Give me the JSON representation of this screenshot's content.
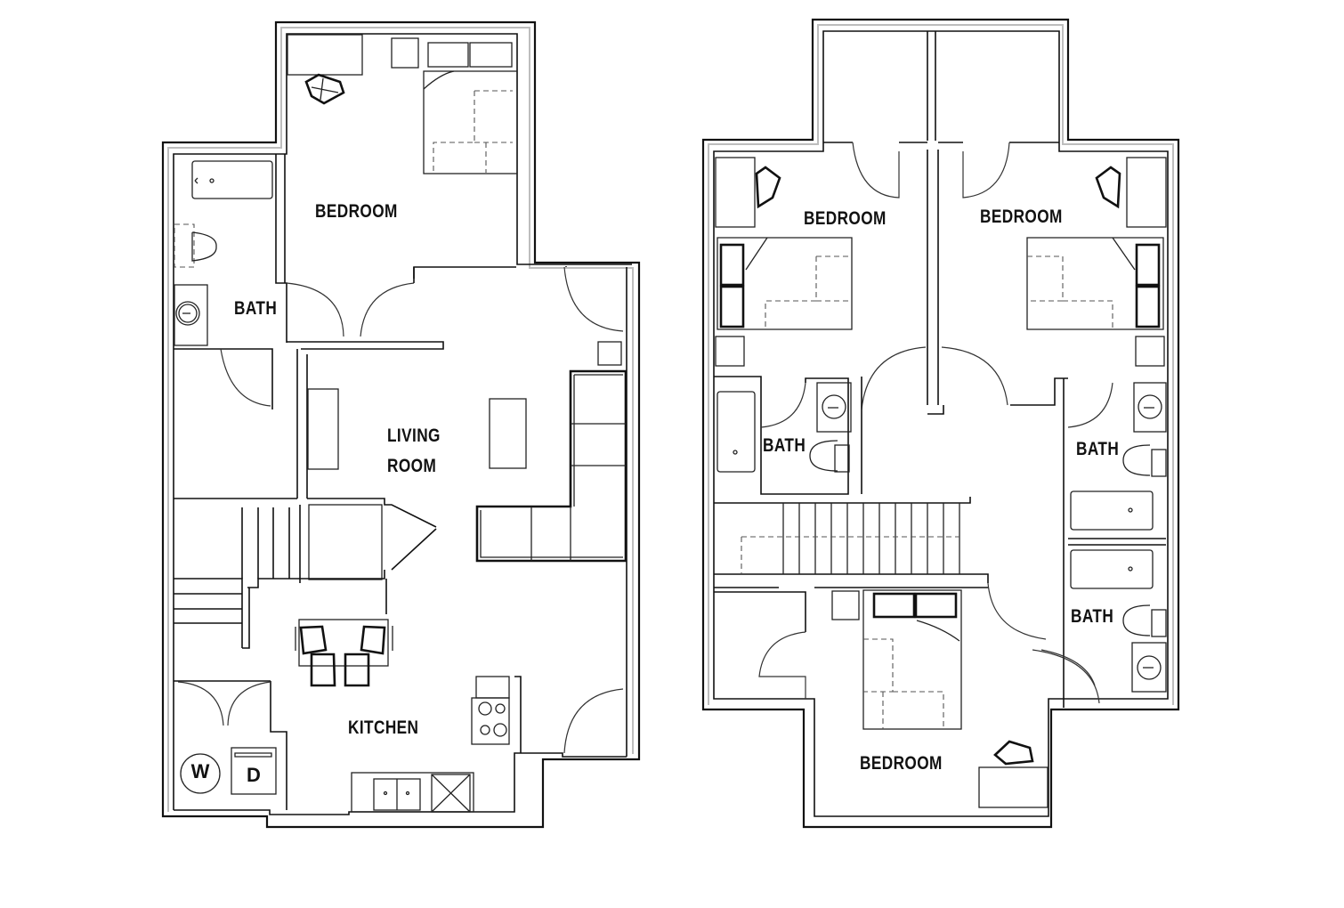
{
  "floor_plan": {
    "lower_level": {
      "rooms": [
        {
          "id": "bedroom",
          "label": "BEDROOM"
        },
        {
          "id": "bath",
          "label": "BATH"
        },
        {
          "id": "living",
          "label": "LIVING\nROOM",
          "line1": "LIVING",
          "line2": "ROOM"
        },
        {
          "id": "kitchen",
          "label": "KITCHEN"
        }
      ],
      "fixtures": {
        "washer": "W",
        "dryer": "D"
      }
    },
    "upper_level": {
      "rooms": [
        {
          "id": "bedroom-nw",
          "label": "BEDROOM"
        },
        {
          "id": "bedroom-ne",
          "label": "BEDROOM"
        },
        {
          "id": "bath-w",
          "label": "BATH"
        },
        {
          "id": "bath-e1",
          "label": "BATH"
        },
        {
          "id": "bath-e2",
          "label": "BATH"
        },
        {
          "id": "bedroom-s",
          "label": "BEDROOM"
        }
      ]
    },
    "colors": {
      "line": "#111111",
      "background": "#ffffff",
      "wall_fill": "#bdbdbd"
    }
  }
}
